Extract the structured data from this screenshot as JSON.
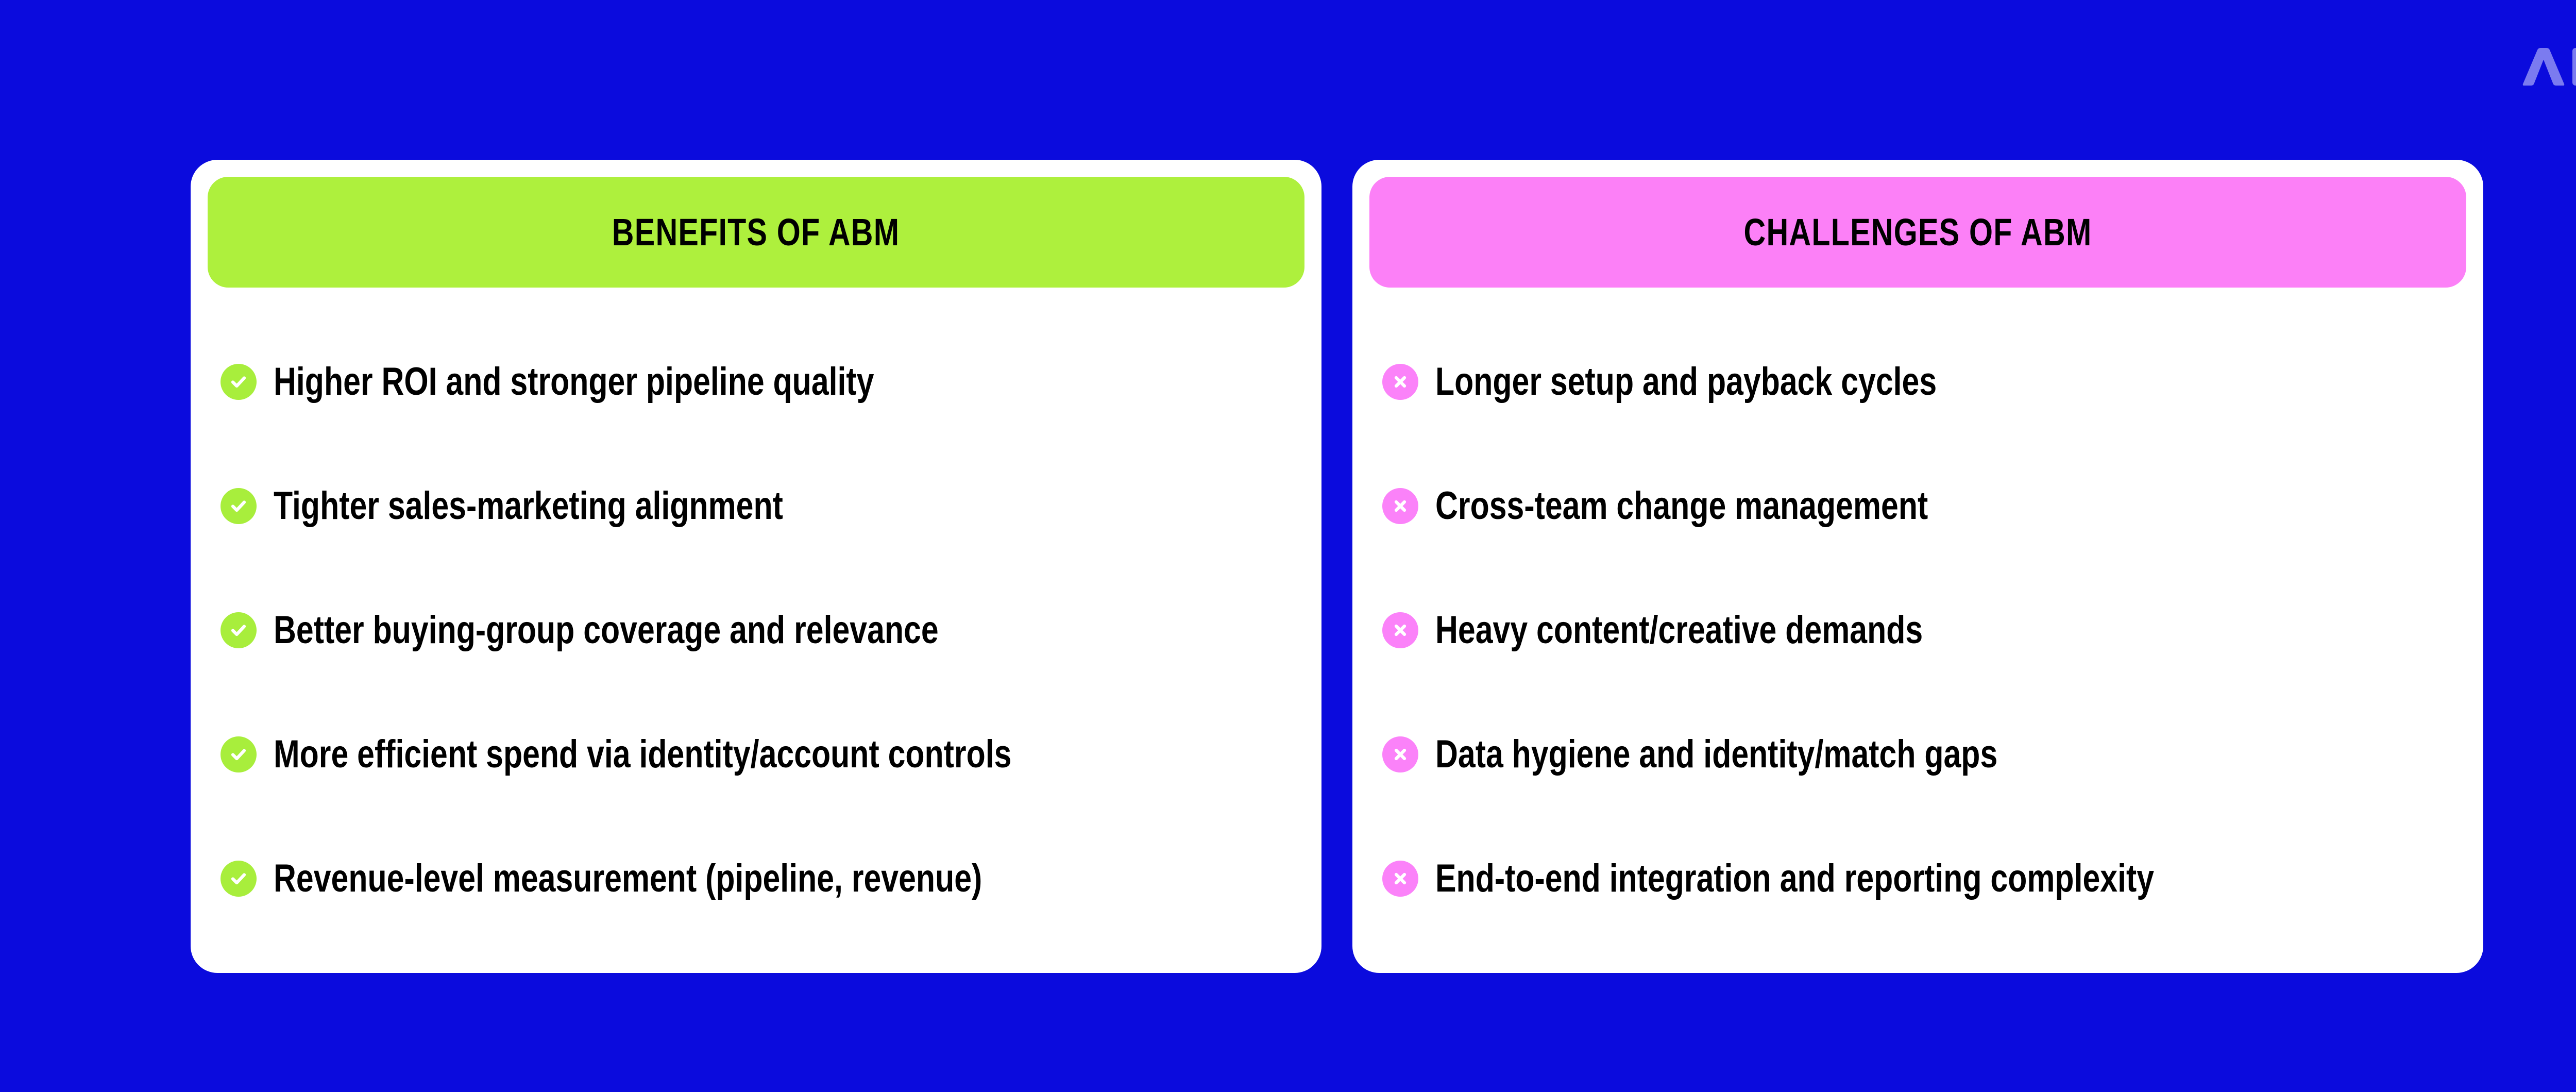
{
  "brand": {
    "logo_text": "AI",
    "logo_color": "#7B7BF0",
    "logo_name": "ai-logo"
  },
  "theme": {
    "background": "#0B0BDD",
    "card_background": "#FFFFFF",
    "benefits_accent": "#AEF03D",
    "challenges_accent": "#FC80F7",
    "benefits_icon_color": "#A8EE3C",
    "challenges_icon_color": "#FB82F9",
    "text_color": "#000000"
  },
  "cards": [
    {
      "id": "benefits",
      "header": "BENEFITS OF ABM",
      "icon_type": "check-circle-icon",
      "items": [
        "Higher ROI and stronger pipeline quality",
        "Tighter sales-marketing alignment",
        "Better buying-group coverage and relevance",
        "More efficient spend via identity/account controls",
        "Revenue-level measurement (pipeline, revenue)"
      ]
    },
    {
      "id": "challenges",
      "header": "CHALLENGES OF ABM",
      "icon_type": "cross-circle-icon",
      "items": [
        "Longer setup and payback cycles",
        "Cross-team change management",
        "Heavy content/creative demands",
        "Data hygiene and identity/match gaps",
        "End-to-end integration and reporting complexity"
      ]
    }
  ]
}
